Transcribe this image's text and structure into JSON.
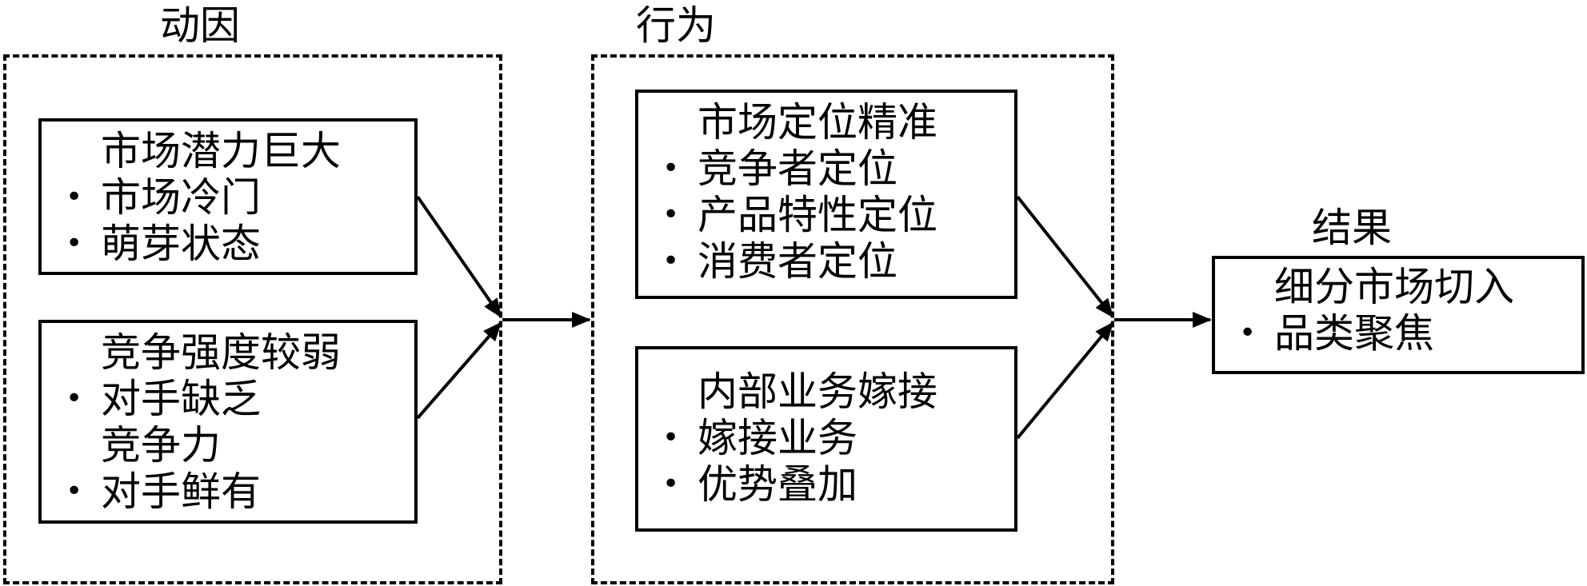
{
  "groups": {
    "cause": {
      "title": "动因",
      "boxes": [
        {
          "heading": "市场潜力巨大",
          "items": [
            "市场冷门",
            "萌芽状态"
          ]
        },
        {
          "heading": "竞争强度较弱",
          "items": [
            "对手缺乏\n竞争力",
            "对手鲜有"
          ]
        }
      ]
    },
    "behavior": {
      "title": "行为",
      "boxes": [
        {
          "heading": "市场定位精准",
          "items": [
            "竞争者定位",
            "产品特性定位",
            "消费者定位"
          ]
        },
        {
          "heading": "内部业务嫁接",
          "items": [
            "嫁接业务",
            "优势叠加"
          ]
        }
      ]
    },
    "result": {
      "title": "结果",
      "boxes": [
        {
          "heading": "细分市场切入",
          "items": [
            "品类聚焦"
          ]
        }
      ]
    }
  }
}
